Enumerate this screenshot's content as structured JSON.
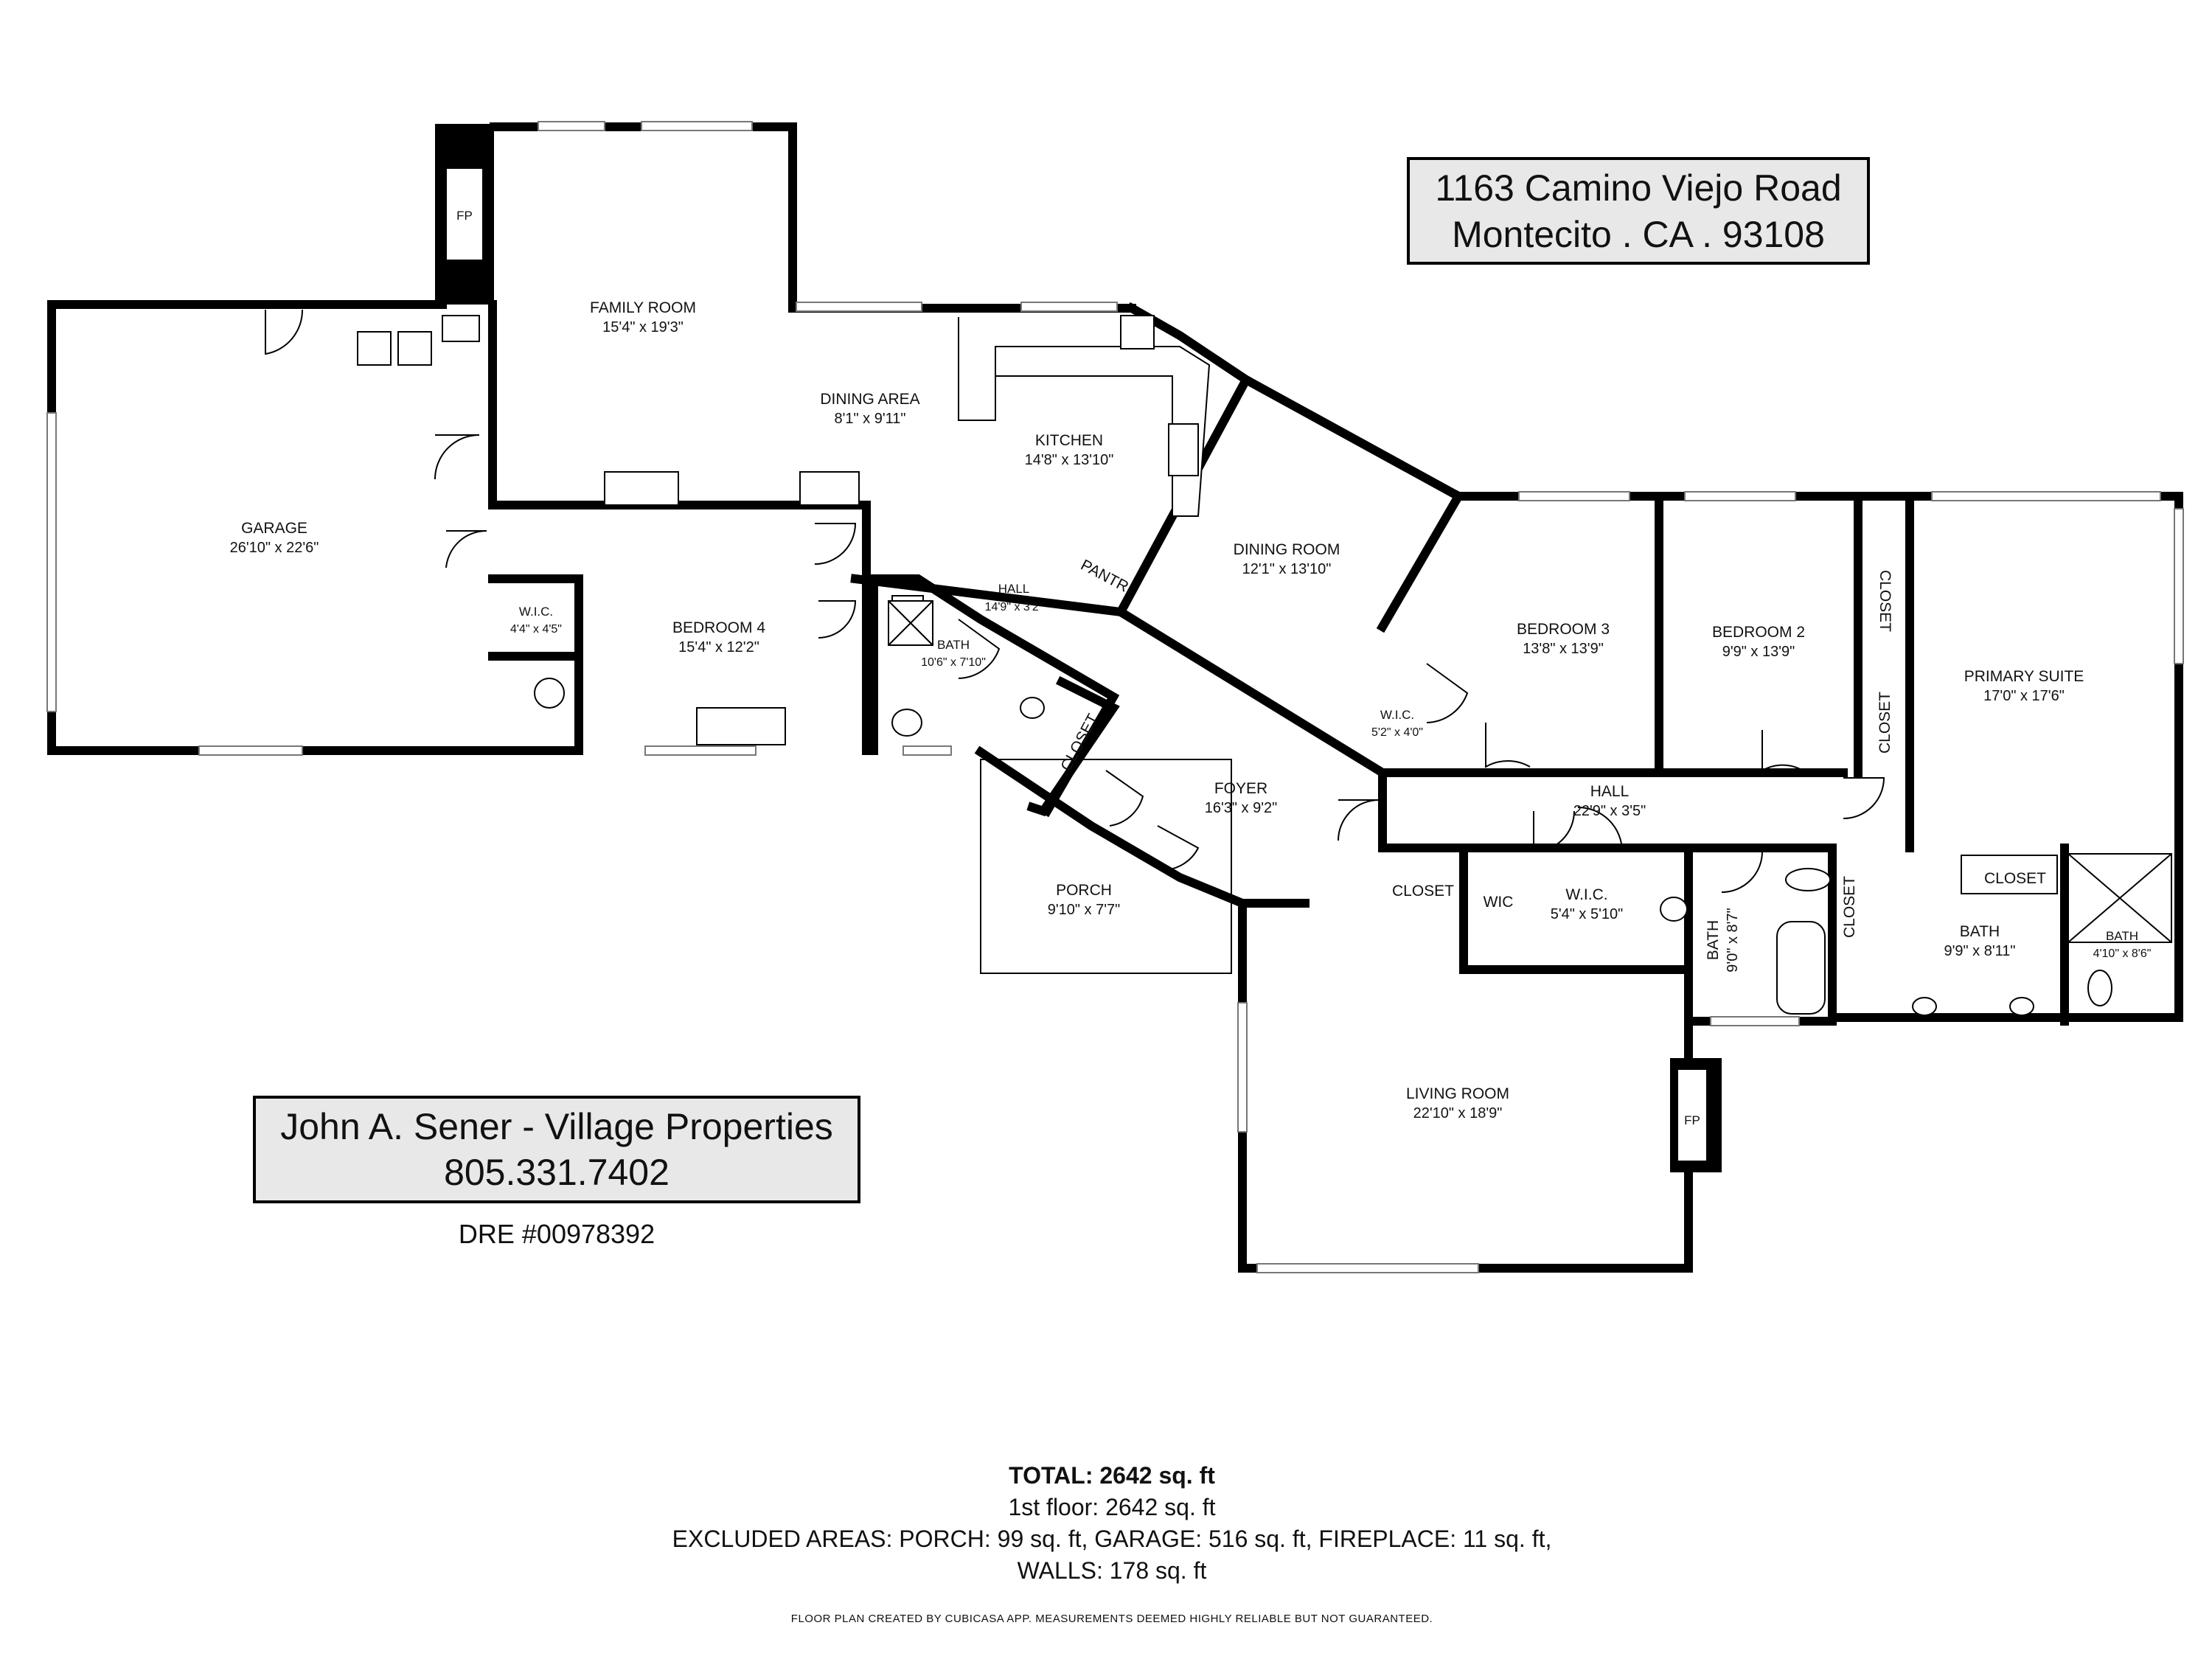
{
  "address": {
    "line1": "1163 Camino Viejo Road",
    "line2": "Montecito . CA . 93108"
  },
  "agent": {
    "name": "John A. Sener - Village Properties",
    "phone": "805.331.7402",
    "dre": "DRE #00978392"
  },
  "rooms": {
    "family_room": {
      "name": "FAMILY ROOM",
      "dim": "15'4\" x 19'3\""
    },
    "fp_left": {
      "name": "FP"
    },
    "dining_area": {
      "name": "DINING AREA",
      "dim": "8'1\" x 9'11\""
    },
    "kitchen": {
      "name": "KITCHEN",
      "dim": "14'8\" x 13'10\""
    },
    "pantry": {
      "name": "PANTR"
    },
    "garage": {
      "name": "GARAGE",
      "dim": "26'10\" x 22'6\""
    },
    "wic_left": {
      "name": "W.I.C.",
      "dim": "4'4\" x 4'5\""
    },
    "bedroom4": {
      "name": "BEDROOM 4",
      "dim": "15'4\" x 12'2\""
    },
    "hall_left": {
      "name": "HALL",
      "dim": "14'9\" x 3'2\""
    },
    "bath_left": {
      "name": "BATH",
      "dim": "10'6\" x 7'10\""
    },
    "closet_left": {
      "name": "CLOSET"
    },
    "dining_room": {
      "name": "DINING ROOM",
      "dim": "12'1\" x 13'10\""
    },
    "foyer": {
      "name": "FOYER",
      "dim": "16'3\" x 9'2\""
    },
    "porch": {
      "name": "PORCH",
      "dim": "9'10\" x 7'7\""
    },
    "wic_mid": {
      "name": "W.I.C.",
      "dim": "5'2\" x 4'0\""
    },
    "bedroom3": {
      "name": "BEDROOM 3",
      "dim": "13'8\" x 13'9\""
    },
    "bedroom2": {
      "name": "BEDROOM 2",
      "dim": "9'9\" x 13'9\""
    },
    "closet_b2": {
      "name": "CLOSET"
    },
    "closet_b2b": {
      "name": "CLOSET"
    },
    "primary_suite": {
      "name": "PRIMARY SUITE",
      "dim": "17'0\" x 17'6\""
    },
    "hall_right": {
      "name": "HALL",
      "dim": "22'9\" x 3'5\""
    },
    "closet_hall": {
      "name": "CLOSET"
    },
    "wic_small": {
      "name": "WIC"
    },
    "wic_right": {
      "name": "W.I.C.",
      "dim": "5'4\" x 5'10\""
    },
    "bath_mid": {
      "name": "BATH",
      "dim": "9'0\" x 8'7\""
    },
    "closet_bath": {
      "name": "CLOSET"
    },
    "closet_primary": {
      "name": "CLOSET"
    },
    "bath_primary": {
      "name": "BATH",
      "dim": "9'9\" x 8'11\""
    },
    "bath_small": {
      "name": "BATH",
      "dim": "4'10\" x 8'6\""
    },
    "living_room": {
      "name": "LIVING ROOM",
      "dim": "22'10\" x 18'9\""
    },
    "fp_right": {
      "name": "FP"
    }
  },
  "totals": {
    "total_label": "TOTAL: 2642 sq. ft",
    "first_floor": "1st floor: 2642 sq. ft",
    "excluded": "EXCLUDED AREAS: PORCH: 99 sq. ft, GARAGE: 516 sq. ft, FIREPLACE: 11 sq. ft,",
    "walls": "WALLS: 178 sq. ft"
  },
  "disclaimer": "FLOOR PLAN CREATED BY CUBICASA APP. MEASUREMENTS DEEMED HIGHLY RELIABLE BUT NOT GUARANTEED."
}
